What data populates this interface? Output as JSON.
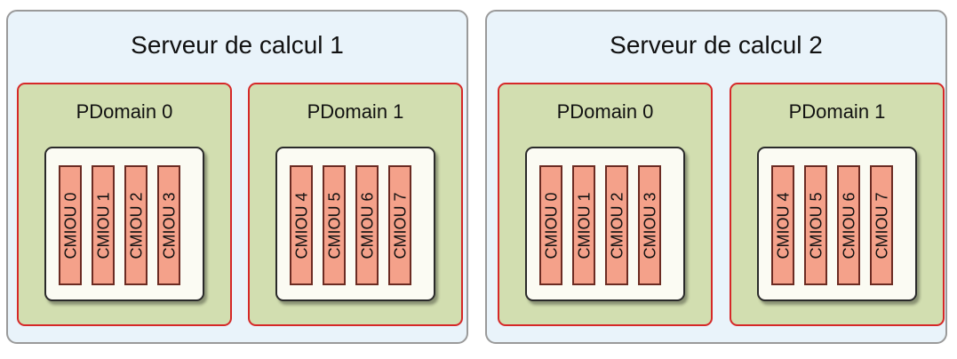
{
  "servers": [
    {
      "title": "Serveur de calcul 1",
      "pdomains": [
        {
          "title": "PDomain 0",
          "cmious": [
            "CMIOU 0",
            "CMIOU 1",
            "CMIOU 2",
            "CMIOU 3"
          ]
        },
        {
          "title": "PDomain 1",
          "cmious": [
            "CMIOU 4",
            "CMIOU 5",
            "CMIOU 6",
            "CMIOU 7"
          ]
        }
      ]
    },
    {
      "title": "Serveur de calcul 2",
      "pdomains": [
        {
          "title": "PDomain 0",
          "cmious": [
            "CMIOU 0",
            "CMIOU 1",
            "CMIOU 2",
            "CMIOU 3"
          ]
        },
        {
          "title": "PDomain 1",
          "cmious": [
            "CMIOU 4",
            "CMIOU 5",
            "CMIOU 6",
            "CMIOU 7"
          ]
        }
      ]
    }
  ],
  "colors": {
    "server_fill": "#e9f3fa",
    "server_border": "#9a9a9a",
    "pdomain_fill": "#d2deb0",
    "pdomain_border": "#d62828",
    "board_fill": "#fbfbf3",
    "cmiou_fill": "#f4a18a",
    "cmiou_border": "#6b2b22"
  }
}
